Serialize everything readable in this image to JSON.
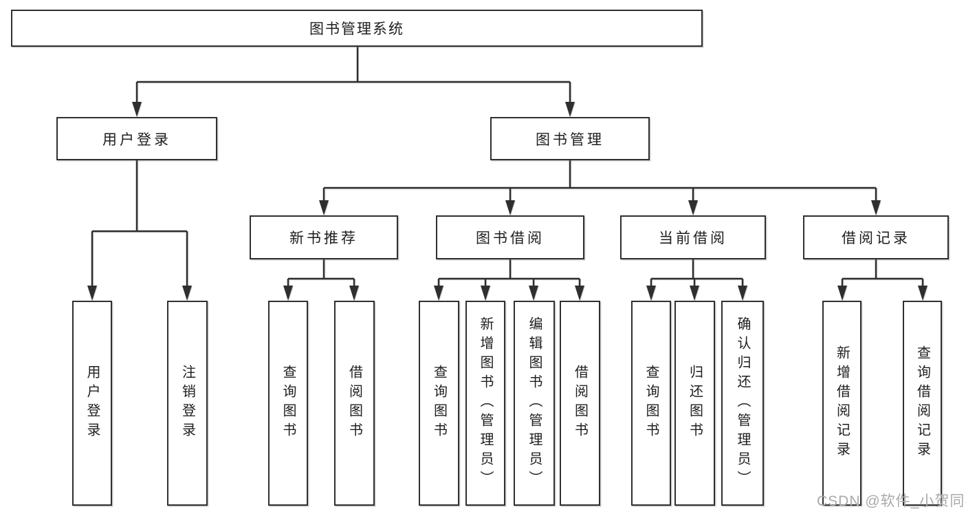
{
  "tree": {
    "label": "图书管理系统",
    "children": [
      {
        "label": "用户登录",
        "children": [
          {
            "label": "用户登录"
          },
          {
            "label": "注销登录"
          }
        ]
      },
      {
        "label": "图书管理",
        "children": [
          {
            "label": "新书推荐",
            "children": [
              {
                "label": "查询图书"
              },
              {
                "label": "借阅图书"
              }
            ]
          },
          {
            "label": "图书借阅",
            "children": [
              {
                "label": "查询图书"
              },
              {
                "label": "新增图书（管理员）"
              },
              {
                "label": "编辑图书（管理员）"
              },
              {
                "label": "借阅图书"
              }
            ]
          },
          {
            "label": "当前借阅",
            "children": [
              {
                "label": "查询图书"
              },
              {
                "label": "归还图书"
              },
              {
                "label": "确认归还（管理员）"
              }
            ]
          },
          {
            "label": "借阅记录",
            "children": [
              {
                "label": "新增借阅记录"
              },
              {
                "label": "查询借阅记录"
              }
            ]
          }
        ]
      }
    ]
  },
  "watermark": "CSDN @软件_小贺同学",
  "colors": {
    "line": "#2f2f2f",
    "box_border": "#2f2f2f",
    "text": "#1e1e1e",
    "watermark": "#a9a9a9",
    "background": "#ffffff"
  }
}
